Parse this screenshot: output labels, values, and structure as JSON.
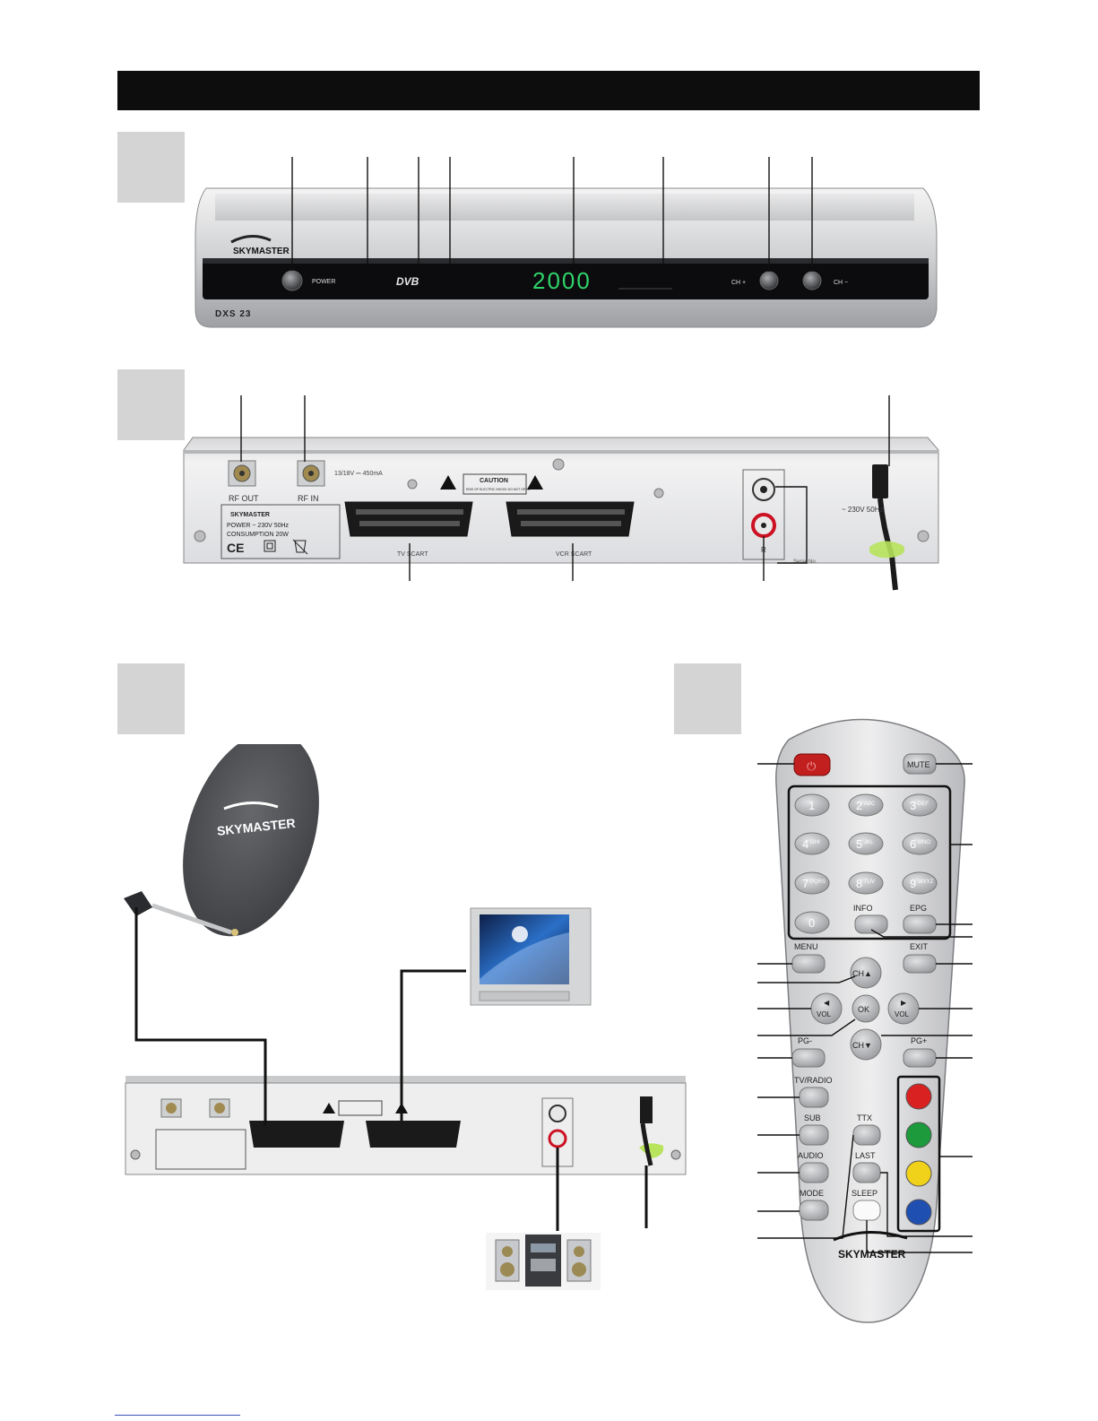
{
  "front_panel": {
    "brand": "SKYMASTER",
    "power_label": "POWER",
    "dvb_logo": "DVB",
    "display": "2000",
    "ch_plus": "CH +",
    "ch_minus": "CH −",
    "model": "DXS 23"
  },
  "rear_panel": {
    "rf_out": "RF OUT",
    "rf_in": "RF IN",
    "lnb_power": "13/18V ⎓ 450mA",
    "caution": "CAUTION",
    "caution_sub": "RISK OF ELECTRIC SHOCK DO NOT OPEN",
    "tv_scart": "TV SCART",
    "vcr_scart": "VCR SCART",
    "brand": "SKYMASTER",
    "power_spec": "POWER   ~ 230V   50Hz",
    "consumption": "CONSUMPTION   20W",
    "ce": "CE",
    "audio_r": "R",
    "mains": "~ 230V  50Hz",
    "serial": "Serial No."
  },
  "connection": {
    "dish_brand": "SKYMASTER"
  },
  "remote": {
    "mute": "MUTE",
    "digits": [
      {
        "n": "1",
        "sub": ""
      },
      {
        "n": "2",
        "sub": "ABC"
      },
      {
        "n": "3",
        "sub": "DEF"
      },
      {
        "n": "4",
        "sub": "GHI"
      },
      {
        "n": "5",
        "sub": "JKL"
      },
      {
        "n": "6",
        "sub": "MNO"
      },
      {
        "n": "7",
        "sub": "PQRS"
      },
      {
        "n": "8",
        "sub": "TUV"
      },
      {
        "n": "9",
        "sub": "WXYZ"
      },
      {
        "n": "0",
        "sub": ""
      }
    ],
    "info": "INFO",
    "epg": "EPG",
    "menu": "MENU",
    "exit": "EXIT",
    "ch_up": "CH▲",
    "ch_down": "CH▼",
    "vol_left": "VOL",
    "vol_right": "VOL",
    "ok": "OK",
    "pg_minus": "PG-",
    "pg_plus": "PG+",
    "tv_radio": "TV/RADIO",
    "sub": "SUB",
    "ttx": "TTX",
    "audio": "AUDIO",
    "last": "LAST",
    "mode": "MODE",
    "sleep": "SLEEP",
    "brand": "SKYMASTER",
    "colors": [
      "#d92121",
      "#1c9a3c",
      "#f0d21a",
      "#1f4fb0"
    ]
  }
}
